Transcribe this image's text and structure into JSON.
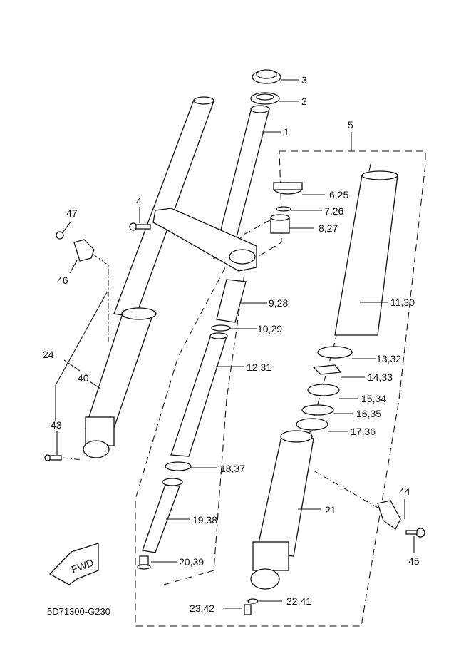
{
  "diagram": {
    "type": "exploded parts diagram",
    "subject": "Front fork assembly",
    "drawing_code": "5D71300-G230",
    "fwd_badge": "FWD",
    "callouts": [
      {
        "id": "c3",
        "label": "3"
      },
      {
        "id": "c2",
        "label": "2"
      },
      {
        "id": "c1",
        "label": "1"
      },
      {
        "id": "c5",
        "label": "5"
      },
      {
        "id": "c4",
        "label": "4"
      },
      {
        "id": "c47",
        "label": "47"
      },
      {
        "id": "c46",
        "label": "46"
      },
      {
        "id": "c6_25",
        "label": "6,25"
      },
      {
        "id": "c7_26",
        "label": "7,26"
      },
      {
        "id": "c8_27",
        "label": "8,27"
      },
      {
        "id": "c9_28",
        "label": "9,28"
      },
      {
        "id": "c10_29",
        "label": "10,29"
      },
      {
        "id": "c11_30",
        "label": "11,30"
      },
      {
        "id": "c12_31",
        "label": "12,31"
      },
      {
        "id": "c13_32",
        "label": "13,32"
      },
      {
        "id": "c14_33",
        "label": "14,33"
      },
      {
        "id": "c15_34",
        "label": "15,34"
      },
      {
        "id": "c16_35",
        "label": "16,35"
      },
      {
        "id": "c17_36",
        "label": "17,36"
      },
      {
        "id": "c18_37",
        "label": "18,37"
      },
      {
        "id": "c19_38",
        "label": "19,38"
      },
      {
        "id": "c20_39",
        "label": "20,39"
      },
      {
        "id": "c21",
        "label": "21"
      },
      {
        "id": "c22_41",
        "label": "22,41"
      },
      {
        "id": "c23_42",
        "label": "23,42"
      },
      {
        "id": "c24",
        "label": "24"
      },
      {
        "id": "c40",
        "label": "40"
      },
      {
        "id": "c43",
        "label": "43"
      },
      {
        "id": "c44",
        "label": "44"
      },
      {
        "id": "c45",
        "label": "45"
      }
    ]
  }
}
